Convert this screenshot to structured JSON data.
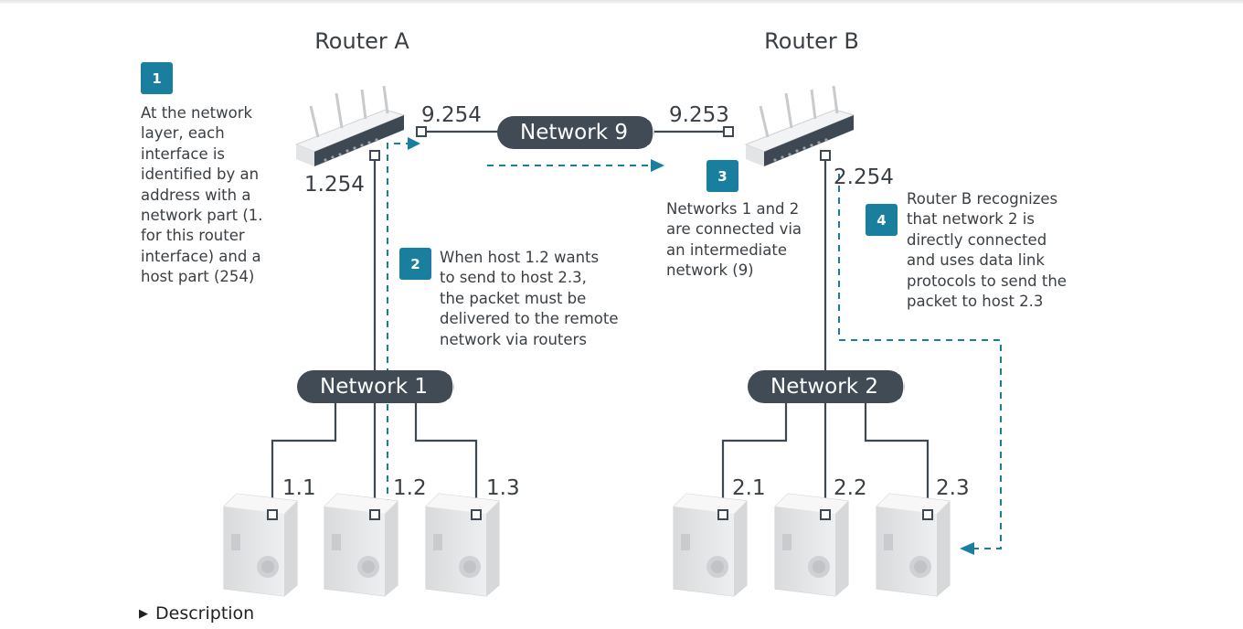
{
  "routers": [
    {
      "name": "Router A"
    },
    {
      "name": "Router B"
    }
  ],
  "interfaces": {
    "a_net9": "9.254",
    "b_net9": "9.253",
    "a_net1": "1.254",
    "b_net2": "2.254"
  },
  "networks": {
    "n9": "Network 9",
    "n1": "Network 1",
    "n2": "Network 2"
  },
  "hosts": [
    "1.1",
    "1.2",
    "1.3",
    "2.1",
    "2.2",
    "2.3"
  ],
  "steps": [
    {
      "num": "1",
      "text": "At the network\nlayer, each\ninterface is\nidentified by an\naddress with a\nnetwork part (1.\nfor this router\ninterface) and a\nhost part (254)"
    },
    {
      "num": "2",
      "text": "When host 1.2 wants\nto send to host 2.3,\nthe packet must be\ndelivered to the remote\nnetwork via routers"
    },
    {
      "num": "3",
      "text": "Networks 1 and 2\nare connected via\nan intermediate\nnetwork (9)"
    },
    {
      "num": "4",
      "text": "Router B recognizes\nthat network 2 is\ndirectly connected\nand uses data link\nprotocols to send the\npacket to host 2.3"
    }
  ],
  "description": {
    "label": "Description"
  },
  "colors": {
    "accent": "#1a7f9e",
    "line": "#3d4852",
    "pill": "#414b55"
  }
}
